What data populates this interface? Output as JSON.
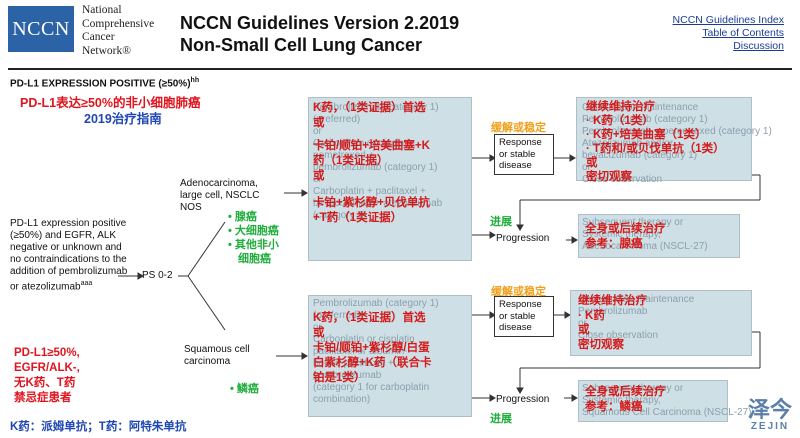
{
  "header": {
    "org_line1": "National",
    "org_line2": "Comprehensive",
    "org_line3": "Cancer",
    "org_line4": "Network®",
    "logo_text": "NCCN",
    "title_line1": "NCCN Guidelines Version 2.2019",
    "title_line2": "Non-Small Cell Lung Cancer",
    "links": [
      "NCCN Guidelines Index",
      "Table of Contents",
      "Discussion"
    ]
  },
  "left": {
    "heading": "PD-L1 EXPRESSION POSITIVE (≥50%)",
    "heading_sup": "hh",
    "cn_title": "PD-L1表达≥50%的非小细胞肺癌",
    "cn_subtitle": "2019治疗指南",
    "desc": "PD-L1 expression positive (≥50%) and EGFR, ALK negative or unknown and no contraindications to the addition of pembrolizumab or atezolizumab",
    "desc_sup": "aaa",
    "cn_note_lines": [
      "PD-L1≥50%,",
      "EGFR/ALK-,",
      "无K药、T药",
      "禁忌症患者"
    ],
    "footer": "K药：派姆单抗；T药：阿特朱单抗",
    "ps": "PS 0-2"
  },
  "upper": {
    "subtype": [
      "Adenocarcinoma,",
      "large cell, NSCLC",
      "NOS"
    ],
    "cn_types": [
      "腺癌",
      "大细胞癌",
      "其他非小",
      "细胞癌"
    ],
    "ghost_lines": [
      "Pembrolizumab (category 1)",
      "(preferred)",
      "or",
      "Carboplatin or cisplatin",
      "pemetrexed +",
      "pembrolizumab (category 1)",
      "or",
      "Carboplatin + paclitaxel +",
      "bevacizumab + atezolizumab",
      "(category 1)"
    ],
    "red_lines": [
      "K药，（1类证据）首选",
      "或",
      "卡铂/顺铂+培美曲塞+K",
      "药（1类证据）",
      "或",
      "卡铂+紫杉醇+贝伐单抗",
      "+T药（1类证据）"
    ],
    "orange_label": "缓解或稳定",
    "response_box": [
      "Response",
      "or stable",
      "disease"
    ],
    "progression_label": "进展",
    "progression_box": "Progression",
    "right_ghost": [
      "Continuation maintenance",
      "Pembrolizumab (category 1)",
      "Pembrolizumab + pemetrexed (category 1)",
      "Atezolizumab and/or",
      "bevacizumab (category 1)",
      "or",
      "Close observation"
    ],
    "right_red": [
      "继续维持治疗",
      "· K药（1类）",
      "· K药+培美曲塞（1类）",
      "· T药和/或贝伐单抗（1类）",
      "或",
      "密切观察"
    ],
    "sub_ghost": [
      "Subsequent therapy or",
      "Systemic therapy,",
      "Adenocarcinoma (NSCL-27)"
    ],
    "sub_red": [
      "全身或后续治疗",
      "参考：腺癌"
    ]
  },
  "lower": {
    "subtype": [
      "Squamous cell",
      "carcinoma"
    ],
    "cn_type": "鳞癌",
    "ghost_lines": [
      "Pembrolizumab (category 1)",
      "(preferred)",
      "or",
      "Carboplatin or cisplatin",
      "paclitaxel or albumin-",
      "bound paclitaxel +",
      "pembrolizumab",
      "(category 1 for carboplatin",
      "combination)"
    ],
    "red_lines": [
      "K药，（1类证据）首选",
      "或",
      "卡铂/顺铂+紫杉醇/白蛋",
      "白紫杉醇+K药（联合卡",
      "铂是1类）"
    ],
    "orange_label": "缓解或稳定",
    "response_box": [
      "Response",
      "or stable",
      "disease"
    ],
    "progression_label": "进展",
    "progression_box": "Progression",
    "right_ghost": [
      "Continuation maintenance",
      "Pembrolizumab",
      "or",
      "Close observation"
    ],
    "right_red": [
      "继续维持治疗",
      "· K药",
      "或",
      "密切观察"
    ],
    "sub_ghost": [
      "Subsequent therapy or",
      "Systemic therapy,",
      "Squamous Cell Carcinoma (NSCL-27)"
    ],
    "sub_red": [
      "全身或后续治疗",
      "参考：鳞癌"
    ]
  },
  "watermark": {
    "cn": "泽今",
    "en": "ZEJIN"
  }
}
